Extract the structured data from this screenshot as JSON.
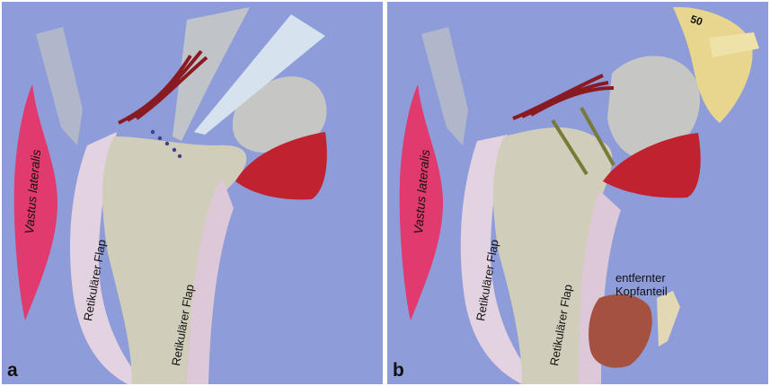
{
  "panels": {
    "a": {
      "letter": "a",
      "labels": {
        "muscle": "Vastus lateralis",
        "flap_lateral": "Retikulärer Flap",
        "flap_medial": "Retikulärer Flap"
      }
    },
    "b": {
      "letter": "b",
      "labels": {
        "muscle": "Vastus lateralis",
        "flap_lateral": "Retikulärer Flap",
        "flap_medial": "Retikulärer Flap",
        "removed_part": "entfernter\nKopfanteil"
      },
      "prosthesis_marking": "50"
    }
  },
  "colors": {
    "background": "#8e9cd9",
    "bone": "#d2d0bc",
    "muscle_pink": "#e03a6e",
    "muscle_red": "#c0232f",
    "flap": "#e6d4e0",
    "implant_gold": "#e8d58e"
  }
}
